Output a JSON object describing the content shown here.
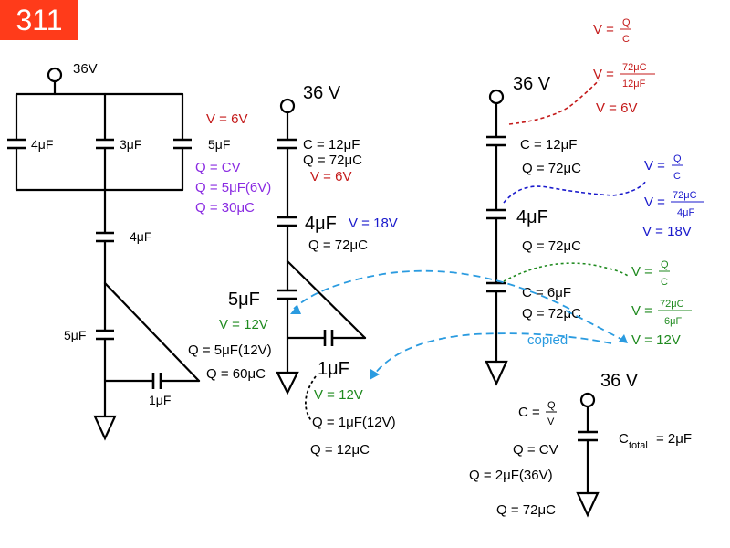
{
  "badge": "311",
  "circuit1": {
    "source": "36V",
    "caps": [
      "4μF",
      "3μF",
      "5μF",
      "4μF",
      "5μF",
      "1μF"
    ]
  },
  "circuit2": {
    "source": "36 V",
    "c_eq": "C = 12μF",
    "q_eq": "Q = 72μC",
    "v_eq": "V = 6V",
    "cap4_label": "4μF",
    "cap4_v": "V = 18V",
    "cap4_q": "Q = 72μC",
    "cap5_label": "5μF",
    "cap5_v": "V = 12V",
    "cap5_q1": "Q = 5μF(12V)",
    "cap5_q2": "Q = 60μC",
    "cap1_label": "1μF",
    "cap1_v": "V = 12V",
    "cap1_q1": "Q = 1μF(12V)",
    "cap1_q2": "Q = 12μC"
  },
  "parallel_calc": {
    "v": "V = 6V",
    "q1": "Q = CV",
    "q2": "Q = 5μF(6V)",
    "q3": "Q = 30μC"
  },
  "circuit3": {
    "source": "36 V",
    "c1": "C = 12μF",
    "q1": "Q = 72μC",
    "cap2_label": "4μF",
    "q2": "Q = 72μC",
    "c3": "C = 6μF",
    "q3": "Q = 72μC",
    "copied": "copied"
  },
  "notes_red": {
    "v_eq": "V =",
    "num1": "Q",
    "den1": "C",
    "num2": "72μC",
    "den2": "12μF",
    "result": "V = 6V"
  },
  "notes_blue": {
    "v_eq": "V =",
    "num1": "Q",
    "den1": "C",
    "num2": "72μC",
    "den2": "4μF",
    "result": "V = 18V"
  },
  "notes_green": {
    "v_eq": "V =",
    "num1": "Q",
    "den1": "C",
    "num2": "72μC",
    "den2": "6μF",
    "result": "V = 12V"
  },
  "circuit4": {
    "source": "36 V",
    "c_formula": "C =",
    "c_num": "Q",
    "c_den": "V",
    "c_total": "C",
    "c_total_sub": "total",
    "c_total_val": "= 2μF",
    "q1": "Q = CV",
    "q2": "Q = 2μF(36V)",
    "q3": "Q = 72μC"
  },
  "colors": {
    "badge": "#ff3b1a",
    "red": "#c41a1a",
    "blue": "#1a1acc",
    "green": "#1f8a1f",
    "purple": "#8a2be2",
    "cyan": "#2a9be0"
  }
}
